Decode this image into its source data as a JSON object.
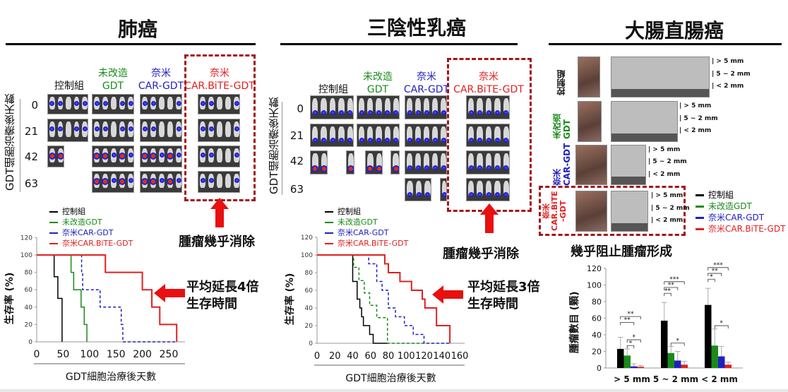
{
  "panels": [
    {
      "title": "肺癌",
      "row_axis_label": "GDT細胞治療後天數",
      "rows": [
        "0",
        "21",
        "42",
        "63"
      ],
      "columns": [
        {
          "line1": "",
          "line2": "控制組"
        },
        {
          "line1": "未改造",
          "line2": "GDT"
        },
        {
          "line1": "奈米",
          "line2": "CAR-GDT"
        },
        {
          "line1": "奈米",
          "line2": "CAR.BiTE-GDT"
        }
      ],
      "callout": "腫瘤幾乎消除",
      "chart_annotation": [
        "平均延長4倍",
        "生存時間"
      ]
    },
    {
      "title": "三陰性乳癌",
      "row_axis_label": "GDT細胞治療後天數",
      "rows": [
        "0",
        "21",
        "42",
        "63"
      ],
      "columns": [
        {
          "line1": "",
          "line2": "控制組"
        },
        {
          "line1": "未改造",
          "line2": "GDT"
        },
        {
          "line1": "奈米",
          "line2": "CAR-GDT"
        },
        {
          "line1": "奈米",
          "line2": "CAR.BiTE-GDT"
        }
      ],
      "callout": "腫瘤幾乎消除",
      "chart_annotation": [
        "平均延長3倍",
        "生存時間"
      ]
    },
    {
      "title": "大腸直腸癌",
      "groups": [
        {
          "line1": "",
          "line2": "控制組"
        },
        {
          "line1": "未改造",
          "line2": "GDT"
        },
        {
          "line1": "奈米",
          "line2": "CAR-GDT"
        },
        {
          "line1": "奈米",
          "line2": "CAR.BiTE",
          "line3": "-GDT"
        }
      ],
      "size_labels": [
        "| > 5 mm",
        "| 5 ~ 2 mm",
        "| < 2 mm"
      ],
      "callout": "幾乎阻止腫瘤形成"
    }
  ],
  "colors": {
    "control": "#000000",
    "gdt": "#1a8a1a",
    "car": "#2020c0",
    "bite": "#e02020",
    "box": "#a31515"
  },
  "chart_data": [
    {
      "type": "line",
      "xlabel": "GDT細胞治療後天數",
      "ylabel": "生存率 (%)",
      "xlim": [
        0,
        265
      ],
      "ylim": [
        0,
        120
      ],
      "xticks": [
        0,
        50,
        100,
        150,
        200,
        250
      ],
      "yticks": [
        0,
        20,
        40,
        60,
        80,
        100,
        120
      ],
      "legend": "top-left",
      "series": [
        {
          "name": "控制組",
          "style": "solid",
          "color": "#000000",
          "x": [
            0,
            33,
            40,
            48
          ],
          "y": [
            100,
            75,
            50,
            0
          ],
          "end": 48
        },
        {
          "name": "未改造GDT",
          "style": "solid",
          "color": "#1a8a1a",
          "x": [
            0,
            65,
            70,
            84,
            90,
            95
          ],
          "y": [
            100,
            80,
            60,
            40,
            20,
            0
          ],
          "end": 95
        },
        {
          "name": "奈米CAR-GDT",
          "style": "dashed",
          "color": "#2020c0",
          "x": [
            0,
            85,
            87,
            120,
            160,
            163
          ],
          "y": [
            100,
            80,
            60,
            40,
            20,
            0
          ],
          "end": 265
        },
        {
          "name": "奈米CAR.BiTE-GDT",
          "style": "solid",
          "color": "#e02020",
          "x": [
            0,
            130,
            200,
            218,
            233,
            265
          ],
          "y": [
            100,
            80,
            60,
            40,
            20,
            0
          ],
          "end": 265
        }
      ]
    },
    {
      "type": "line",
      "xlabel": "GDT細胞治療後天數",
      "ylabel": "生存率 (%)",
      "xlim": [
        0,
        160
      ],
      "ylim": [
        0,
        120
      ],
      "xticks": [
        0,
        20,
        40,
        60,
        80,
        100,
        120,
        140,
        160
      ],
      "yticks": [
        0,
        20,
        40,
        60,
        80,
        100,
        120
      ],
      "legend": "top-left",
      "series": [
        {
          "name": "控制組",
          "style": "solid",
          "color": "#000000",
          "x": [
            0,
            40,
            45,
            48,
            50,
            52,
            59,
            63
          ],
          "y": [
            100,
            70,
            50,
            40,
            30,
            20,
            10,
            0
          ],
          "end": 80
        },
        {
          "name": "未改造GDT",
          "style": "dashed",
          "color": "#1a8a1a",
          "x": [
            0,
            41,
            47,
            53,
            59,
            67,
            79
          ],
          "y": [
            100,
            86,
            71,
            57,
            43,
            29,
            0
          ],
          "end": 120
        },
        {
          "name": "奈米CAR-GDT",
          "style": "dashed",
          "color": "#2020c0",
          "x": [
            0,
            58,
            67,
            73,
            80,
            88,
            98,
            108,
            120
          ],
          "y": [
            100,
            90,
            70,
            60,
            40,
            30,
            20,
            10,
            0
          ],
          "end": 150
        },
        {
          "name": "奈米CAR.BiTE-GDT",
          "style": "solid",
          "color": "#e02020",
          "x": [
            0,
            76,
            80,
            93,
            106,
            118,
            121,
            134,
            149
          ],
          "y": [
            100,
            90,
            80,
            70,
            60,
            50,
            40,
            20,
            0
          ],
          "end": 149
        }
      ]
    },
    {
      "type": "bar",
      "xlabel": "",
      "ylabel": "腫瘤數目 (顆)",
      "ylim": [
        0,
        120
      ],
      "yticks": [
        0,
        20,
        40,
        60,
        80,
        100,
        120
      ],
      "categories": [
        "> 5 mm",
        "5 ~ 2 mm",
        "< 2 mm"
      ],
      "legend": "top-right",
      "series": [
        {
          "name": "控制組",
          "color": "#000000",
          "values": [
            23,
            57,
            76
          ],
          "errors": [
            14,
            22,
            20
          ]
        },
        {
          "name": "未改造GDT",
          "color": "#1a8a1a",
          "values": [
            15,
            18,
            27
          ],
          "errors": [
            8,
            8,
            20
          ]
        },
        {
          "name": "奈米CAR-GDT",
          "color": "#2020c0",
          "values": [
            2,
            9,
            14
          ],
          "errors": [
            3,
            11,
            12
          ]
        },
        {
          "name": "奈米CAR.BiTE-GDT",
          "color": "#e02020",
          "values": [
            1.5,
            4,
            4
          ],
          "errors": [
            1.5,
            4,
            3
          ]
        }
      ],
      "significance": [
        {
          "category": "> 5 mm",
          "pairs": [
            [
              "控制組",
              "奈米CAR.BiTE-GDT",
              "**"
            ],
            [
              "控制組",
              "奈米CAR-GDT",
              "**"
            ],
            [
              "未改造GDT",
              "奈米CAR.BiTE-GDT",
              "*"
            ],
            [
              "未改造GDT",
              "奈米CAR-GDT",
              "*"
            ]
          ]
        },
        {
          "category": "5 ~ 2 mm",
          "pairs": [
            [
              "控制組",
              "奈米CAR.BiTE-GDT",
              "***"
            ],
            [
              "控制組",
              "奈米CAR-GDT",
              "**"
            ],
            [
              "控制組",
              "未改造GDT",
              "**"
            ],
            [
              "未改造GDT",
              "奈米CAR.BiTE-GDT",
              "*"
            ]
          ]
        },
        {
          "category": "< 2 mm",
          "pairs": [
            [
              "控制組",
              "奈米CAR.BiTE-GDT",
              "***"
            ],
            [
              "控制組",
              "奈米CAR-GDT",
              "**"
            ],
            [
              "控制組",
              "未改造GDT",
              "*"
            ],
            [
              "未改造GDT",
              "奈米CAR.BiTE-GDT",
              "*"
            ]
          ]
        }
      ]
    }
  ]
}
